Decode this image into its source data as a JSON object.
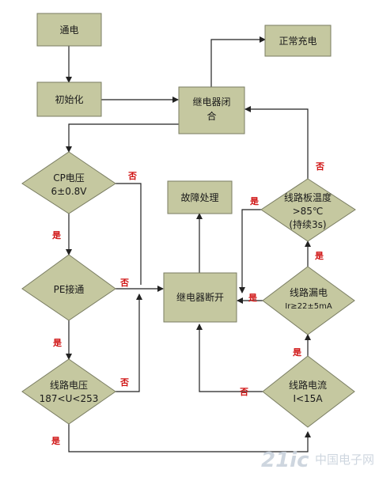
{
  "nodes": {
    "power_on": "通电",
    "normal_charging": "正常充电",
    "initialize": "初始化",
    "relay_close_line1": "继电器闭",
    "relay_close_line2": "合",
    "cp_voltage_line1": "CP电压",
    "cp_voltage_line2": "6±0.8V",
    "fault_handling": "故障处理",
    "board_temp_line1": "线路板温度",
    "board_temp_line2": ">85℃",
    "board_temp_line3": "(持续3s)",
    "pe_connected": "PE接通",
    "relay_open": "继电器断开",
    "leakage_line1": "线路漏电",
    "leakage_line2": "Ir≥22±5mA",
    "line_voltage_line1": "线路电压",
    "line_voltage_line2": "187<U<253",
    "line_current_line1": "线路电流",
    "line_current_line2": "I<15A"
  },
  "labels": {
    "yes": "是",
    "no": "否"
  },
  "watermark": {
    "brand": "21ic",
    "site": "中国电子网"
  },
  "colors": {
    "node_fill": "#c5c8a0",
    "node_stroke": "#7a7d62",
    "edge": "#222222",
    "label_red": "#d01515"
  }
}
